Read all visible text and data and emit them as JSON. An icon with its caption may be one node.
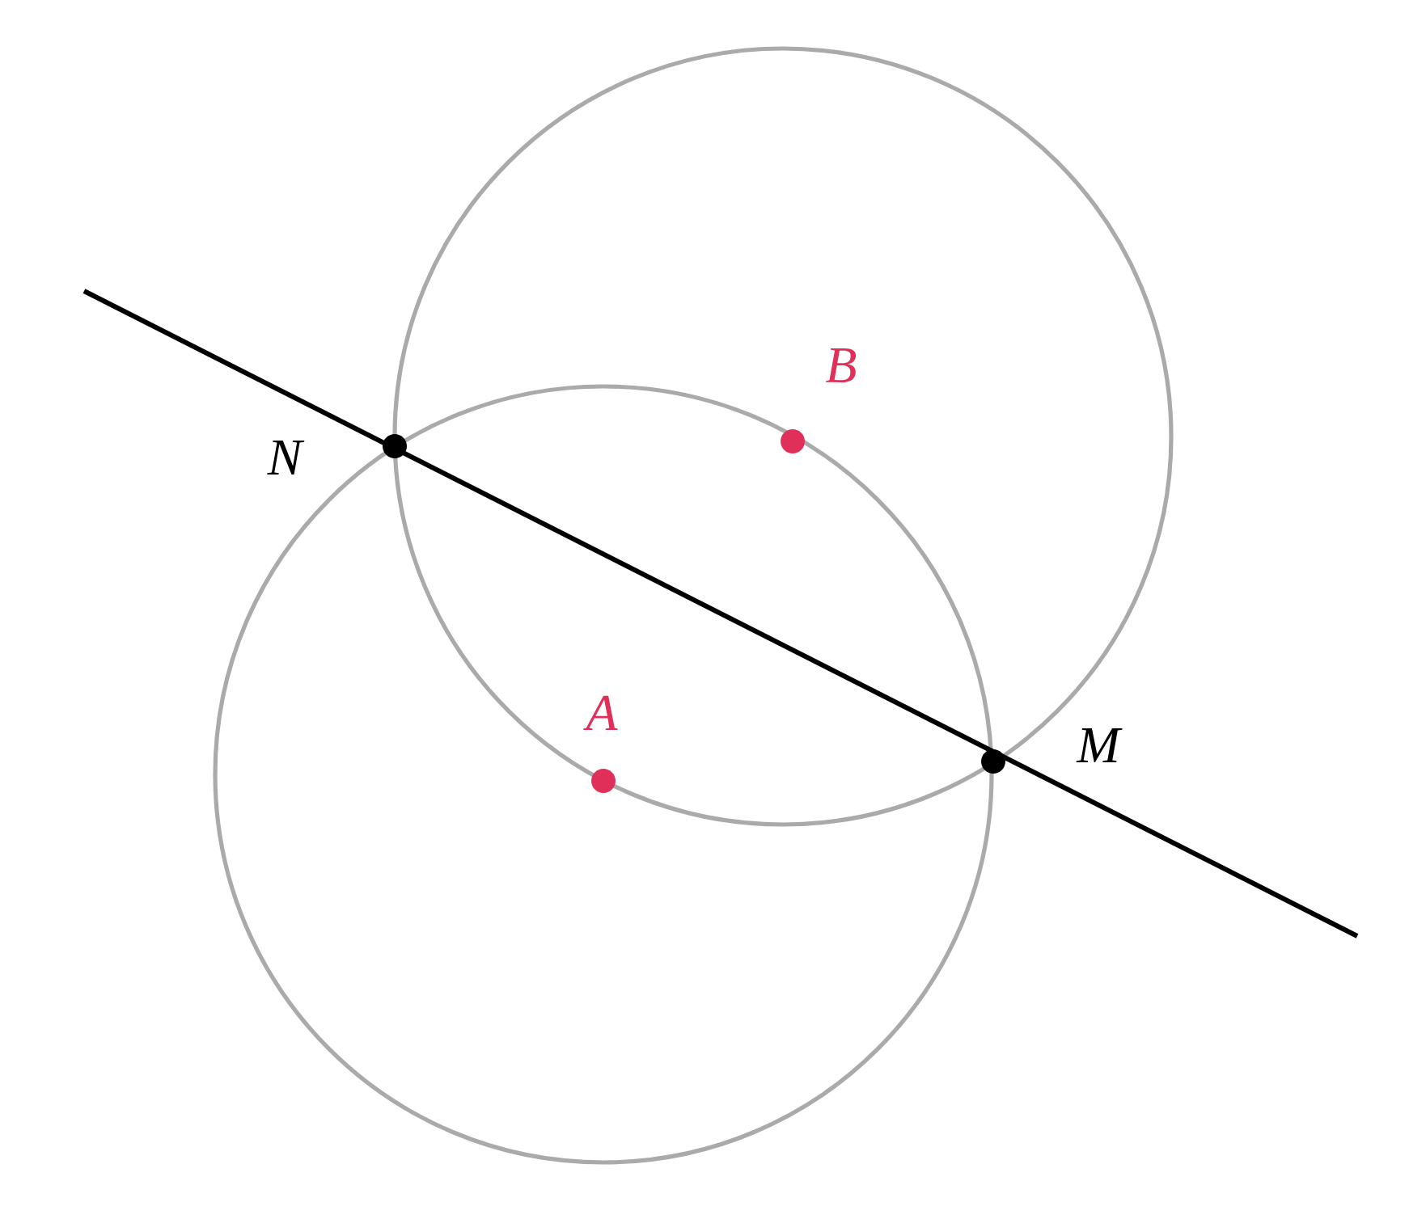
{
  "diagram": {
    "labels": [
      "B",
      "N",
      "A",
      "M"
    ]
  }
}
